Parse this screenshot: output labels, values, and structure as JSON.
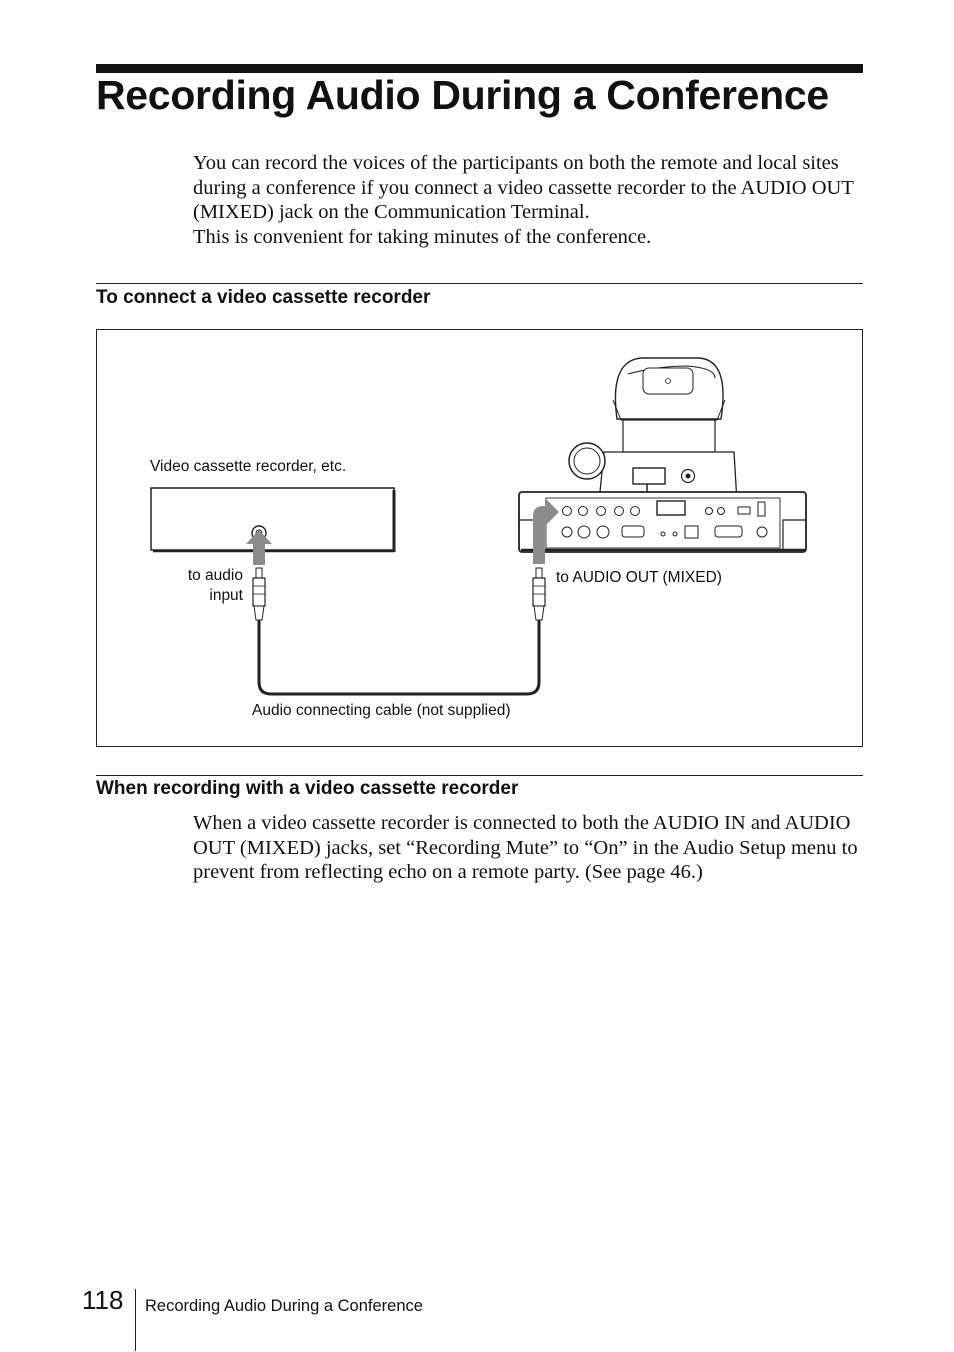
{
  "title": "Recording Audio During a Conference",
  "intro": {
    "p1": "You can record the voices of the participants on both the remote and local sites during a conference if you connect a video cassette recorder to the AUDIO OUT (MIXED) jack on the Communication Terminal.",
    "p2": "This is convenient for taking minutes of the conference."
  },
  "section1": {
    "heading": "To connect a video cassette recorder"
  },
  "diagram": {
    "vcr_label": "Video cassette recorder, etc.",
    "audio_input_line1": "to audio",
    "audio_input_line2": "input",
    "audio_out_label": "to AUDIO OUT (MIXED)",
    "cable_label": "Audio connecting cable (not supplied)"
  },
  "section2": {
    "heading": "When recording with a video cassette recorder",
    "body": "When a video cassette recorder is connected to both the AUDIO IN and AUDIO OUT (MIXED) jacks, set “Recording Mute” to “On” in the Audio Setup menu to prevent from reflecting echo on a remote party. (See page 46.)"
  },
  "footer": {
    "page_number": "118",
    "section_name": "Recording Audio During a Conference"
  }
}
